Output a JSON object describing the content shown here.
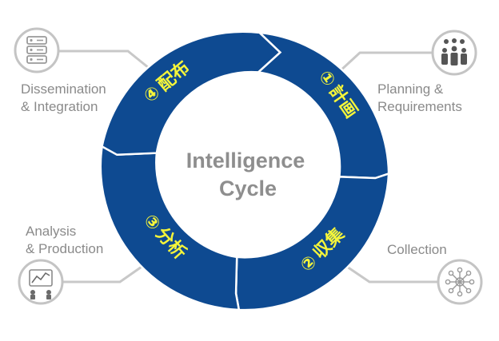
{
  "center": {
    "line1": "Intelligence",
    "line2": "Cycle"
  },
  "stages": [
    {
      "step": "①",
      "label": "計画",
      "en": [
        "Planning &",
        "Requirements"
      ],
      "icon": "team-icon"
    },
    {
      "step": "②",
      "label": "収集",
      "en": [
        "Collection"
      ],
      "icon": "network-icon"
    },
    {
      "step": "③",
      "label": "分析",
      "en": [
        "Analysis",
        "& Production"
      ],
      "icon": "analytics-icon"
    },
    {
      "step": "④",
      "label": "配布",
      "en": [
        "Dissemination",
        "& Integration"
      ],
      "icon": "server-icon"
    }
  ],
  "colors": {
    "ring": "#0e4a91",
    "stage_text": "#f5f53a",
    "center_text": "#8e8e8e",
    "side_text": "#8a8a8a",
    "connector": "#c4c4c4"
  }
}
